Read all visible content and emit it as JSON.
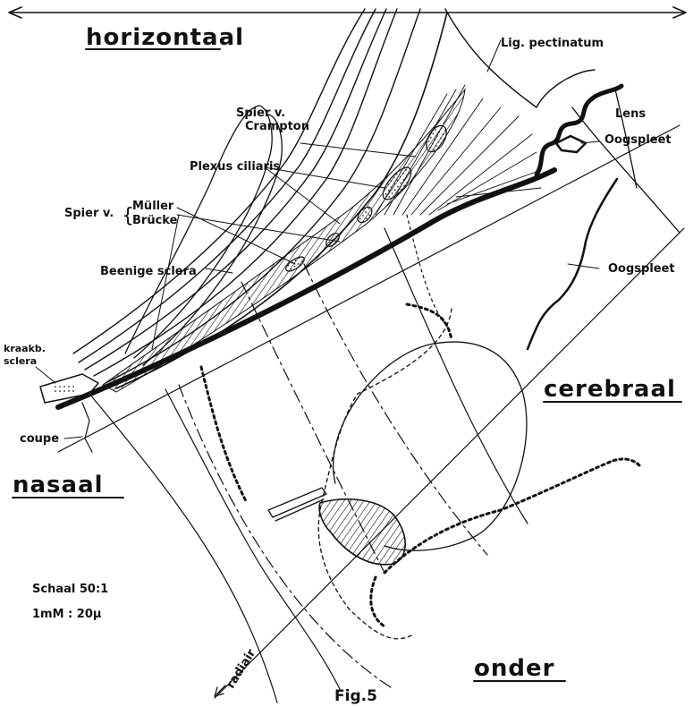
{
  "labels": {
    "horizontal": "horizontaal",
    "cerebral": "cerebraal",
    "nasal": "nasaal",
    "lower": "onder",
    "radial": "radiair",
    "figure": "Fig.5",
    "ligament": "Lig. pectinatum",
    "lens": "Lens",
    "eyelid_slit_top": "Oogspleet",
    "eyelid_slit_right": "Oogspleet",
    "crampton_line1": "Spier v.",
    "crampton_line2": "Crampton",
    "ciliary_plexus": "Plexus ciliaris",
    "muller_prefix": "Spier v.",
    "muller": "Müller",
    "brucke": "Brücke",
    "bony_sclera": "Beenige sclera",
    "cartilage_sclera_line1": "kraakb.",
    "cartilage_sclera_line2": "sclera",
    "section": "coupe",
    "scale_line1": "Schaal 50:1",
    "scale_line2": "1mM : 20µ"
  }
}
